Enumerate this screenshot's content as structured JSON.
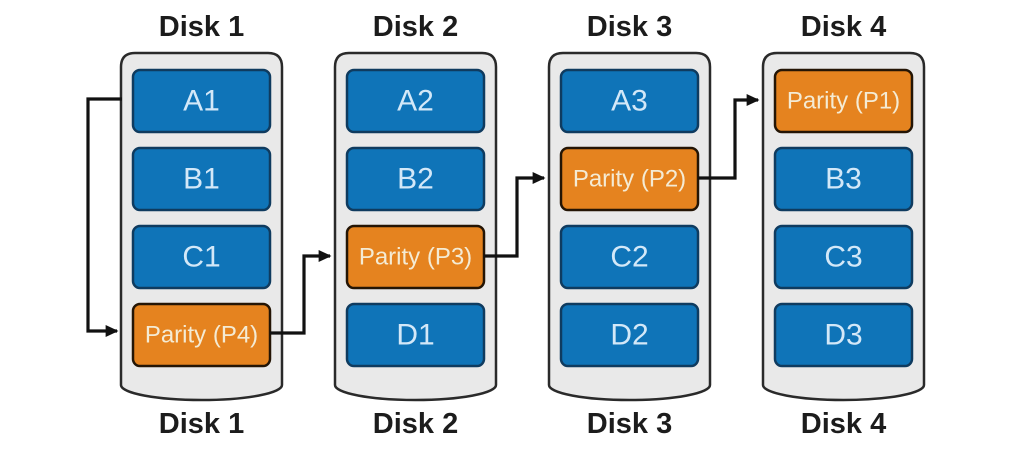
{
  "diagram": {
    "type": "raid-distributed-parity",
    "background": "#ffffff"
  },
  "disks": [
    {
      "name": "Disk 1",
      "blocks": [
        {
          "label": "A1",
          "type": "data"
        },
        {
          "label": "B1",
          "type": "data"
        },
        {
          "label": "C1",
          "type": "data"
        },
        {
          "label": "Parity (P4)",
          "type": "parity"
        }
      ]
    },
    {
      "name": "Disk 2",
      "blocks": [
        {
          "label": "A2",
          "type": "data"
        },
        {
          "label": "B2",
          "type": "data"
        },
        {
          "label": "Parity (P3)",
          "type": "parity"
        },
        {
          "label": "D1",
          "type": "data"
        }
      ]
    },
    {
      "name": "Disk 3",
      "blocks": [
        {
          "label": "A3",
          "type": "data"
        },
        {
          "label": "Parity (P2)",
          "type": "parity"
        },
        {
          "label": "C2",
          "type": "data"
        },
        {
          "label": "D2",
          "type": "data"
        }
      ]
    },
    {
      "name": "Disk 4",
      "blocks": [
        {
          "label": "Parity (P1)",
          "type": "parity"
        },
        {
          "label": "B3",
          "type": "data"
        },
        {
          "label": "C3",
          "type": "data"
        },
        {
          "label": "D3",
          "type": "data"
        }
      ]
    }
  ],
  "arrows": [
    {
      "from": "Disk 1",
      "to": "Parity (P4)"
    },
    {
      "from": "Parity (P4)",
      "to": "Parity (P3)"
    },
    {
      "from": "Parity (P3)",
      "to": "Parity (P2)"
    },
    {
      "from": "Parity (P2)",
      "to": "Parity (P1)"
    }
  ],
  "colors": {
    "data_block_fill": "#0f74b8",
    "data_block_stroke": "#0f3b5f",
    "parity_block_fill": "#e5831f",
    "parity_block_stroke": "#241505",
    "disk_body_fill": "#e9e9e9",
    "disk_body_stroke": "#2a2a2a",
    "arrow": "#111111",
    "title_text": "#1c1c1c",
    "data_label_text": "#d3e8f8",
    "parity_label_text": "#f4ebd4"
  }
}
